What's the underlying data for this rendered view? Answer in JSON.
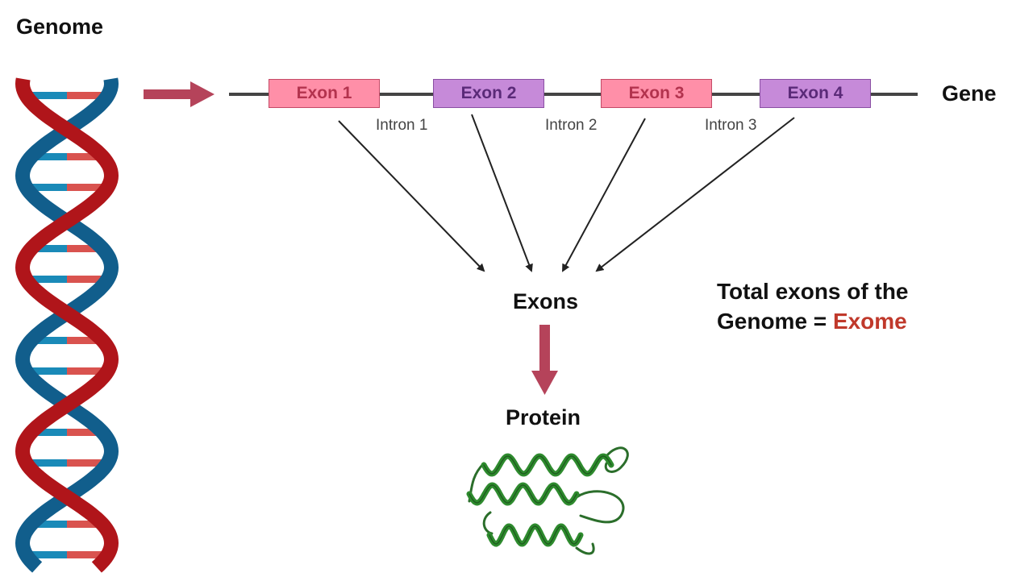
{
  "labels": {
    "genome": "Genome",
    "gene": "Gene",
    "exons": "Exons",
    "protein": "Protein",
    "exome_line1": "Total exons of the",
    "exome_line2_prefix": "Genome = ",
    "exome_word": "Exome"
  },
  "exons": [
    {
      "label": "Exon 1",
      "style": "pink"
    },
    {
      "label": "Exon 2",
      "style": "purple"
    },
    {
      "label": "Exon 3",
      "style": "pink"
    },
    {
      "label": "Exon 4",
      "style": "purple"
    }
  ],
  "introns": [
    {
      "label": "Intron 1"
    },
    {
      "label": "Intron 2"
    },
    {
      "label": "Intron 3"
    }
  ],
  "colors": {
    "dna_red": "#b0151a",
    "dna_blue": "#115e8c",
    "rung_red": "#d9534f",
    "rung_blue": "#1a8ab8",
    "arrow": "#b5435a",
    "protein_green": "#2e8b2e",
    "exome_red": "#c0392b"
  },
  "icons": {
    "genome": "dna-double-helix-icon",
    "protein": "protein-helix-icon"
  }
}
